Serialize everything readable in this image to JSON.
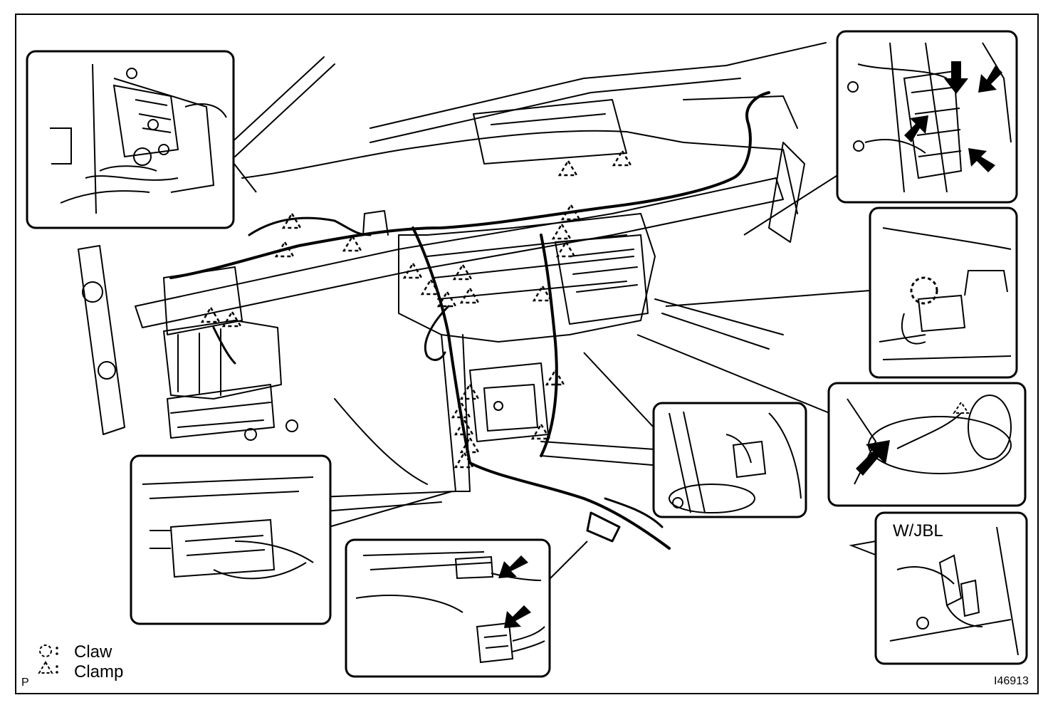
{
  "figure": {
    "id_code": "I46913",
    "corner_mark": "P",
    "callout_wjbl": "W/JBL"
  },
  "legend": {
    "items": [
      {
        "symbol": "claw-symbol",
        "label": "Claw"
      },
      {
        "symbol": "clamp-symbol",
        "label": "Clamp"
      }
    ]
  },
  "colors": {
    "line": "#000000",
    "background": "#ffffff"
  }
}
